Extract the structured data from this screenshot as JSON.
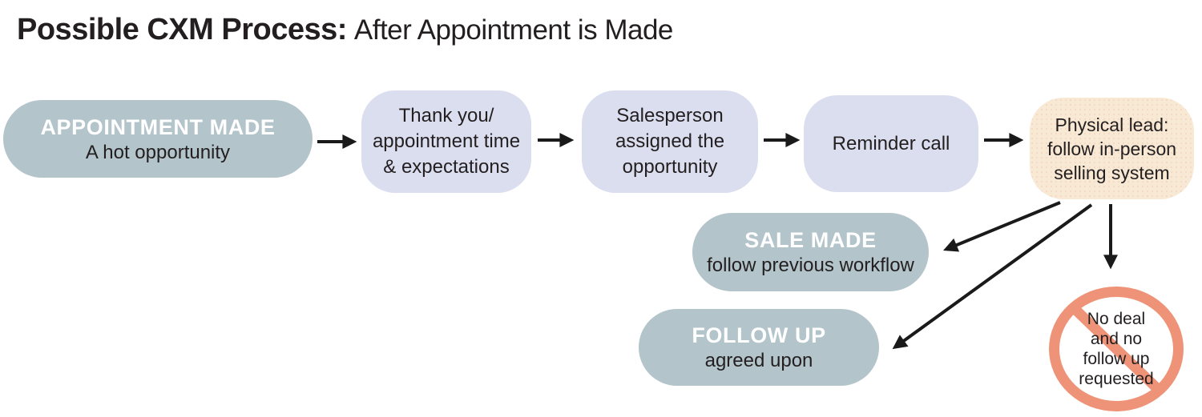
{
  "title": {
    "main": "Possible CXM Process:",
    "sub": "After Appointment is Made"
  },
  "colors": {
    "sage": "#b3c4ca",
    "lavender": "#dbdeee",
    "cream": "#f8e9d5",
    "salmon": "#ee9377",
    "arrow": "#1a1a1a",
    "text": "#231f20",
    "heading_text": "#ffffff"
  },
  "flow": {
    "appointment_made": {
      "title": "APPOINTMENT MADE",
      "subtitle": "A hot opportunity"
    },
    "thank_you": {
      "lines": [
        "Thank you/",
        "appointment time",
        "& expectations"
      ]
    },
    "salesperson": {
      "lines": [
        "Salesperson",
        "assigned the",
        "opportunity"
      ]
    },
    "reminder_call": {
      "label": "Reminder call"
    },
    "physical_lead": {
      "lines": [
        "Physical lead:",
        "follow in-person",
        "selling system"
      ]
    },
    "sale_made": {
      "title": "SALE MADE",
      "subtitle": "follow previous workflow"
    },
    "follow_up": {
      "title": "FOLLOW UP",
      "subtitle": "agreed upon"
    },
    "no_deal": {
      "lines": [
        "No deal",
        "and no",
        "follow up",
        "requested"
      ]
    }
  }
}
